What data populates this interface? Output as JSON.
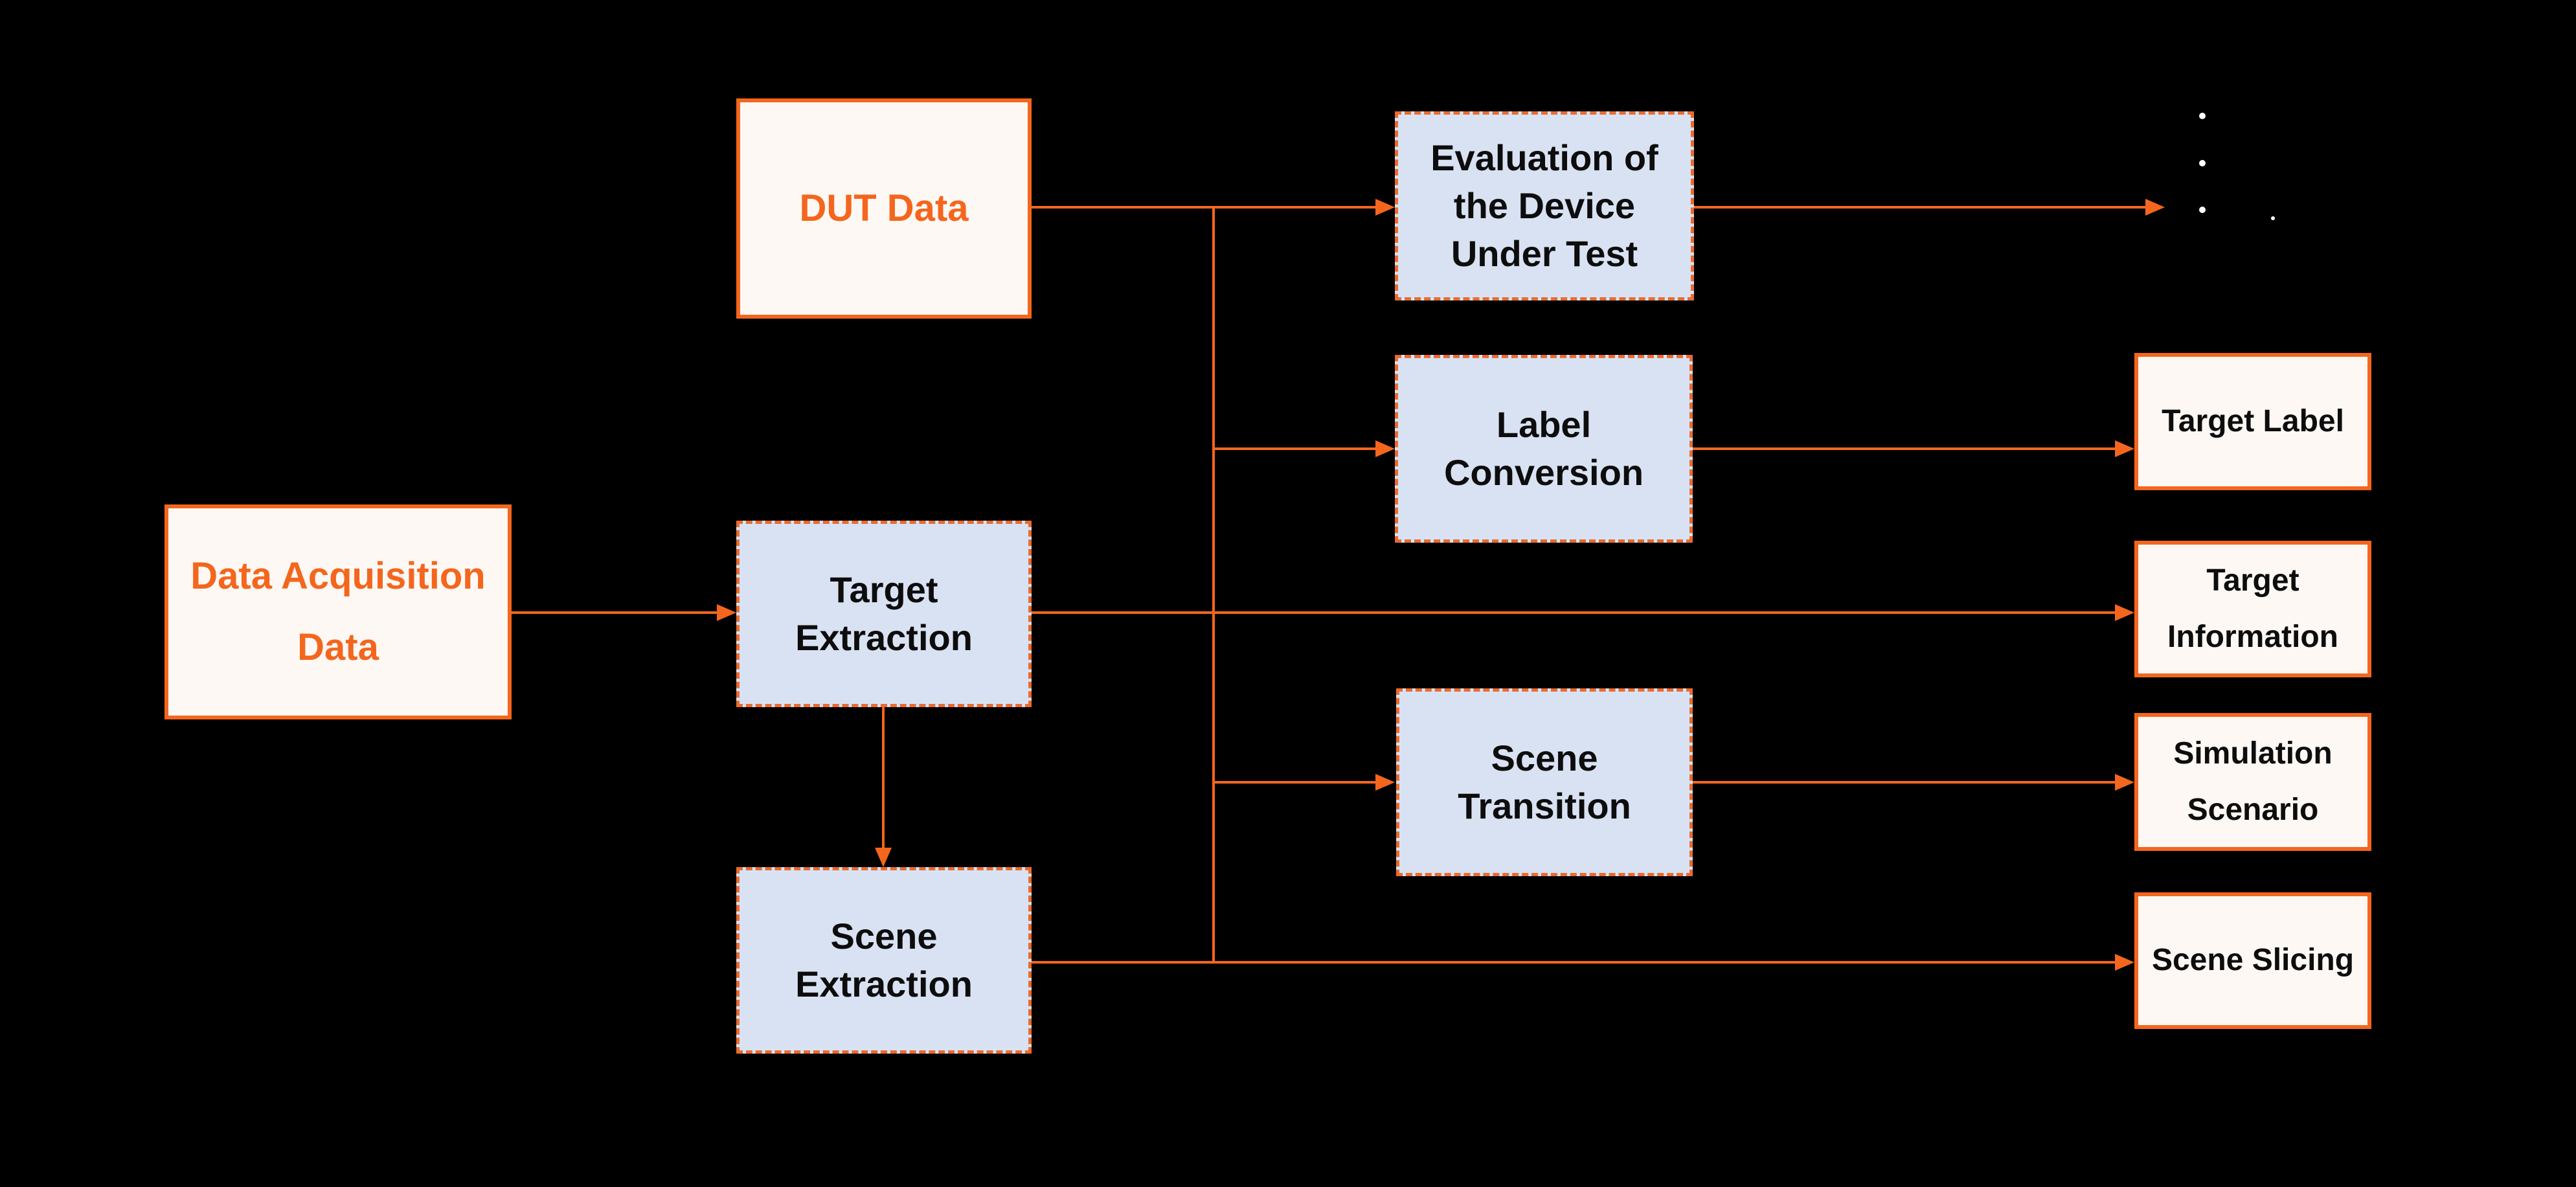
{
  "diagram": {
    "colors": {
      "bg": "#000000",
      "accent": "#F4661E",
      "dashAccent": "#E96B2F",
      "sourceFill": "#FDF8F3",
      "processFill": "#D9E2F2",
      "textDark": "#0D0D0D",
      "dotWhite": "#FFFFFF"
    },
    "nodes": [
      {
        "id": "dut-data",
        "type": "source",
        "label": "DUT Data",
        "lines": [
          "DUT Data"
        ]
      },
      {
        "id": "data-acquisition",
        "type": "source",
        "label": "Data Acquisition Data",
        "lines": [
          "Data Acquisition",
          "Data"
        ]
      },
      {
        "id": "target-extraction",
        "type": "process",
        "label": "Target Extraction",
        "lines": [
          "Target",
          "Extraction"
        ]
      },
      {
        "id": "scene-extraction",
        "type": "process",
        "label": "Scene Extraction",
        "lines": [
          "Scene",
          "Extraction"
        ]
      },
      {
        "id": "evaluation-dut",
        "type": "process",
        "label": "Evaluation of the Device Under Test",
        "lines": [
          "Evaluation of",
          "the Device",
          "Under Test"
        ]
      },
      {
        "id": "label-conversion",
        "type": "process",
        "label": "Label Conversion",
        "lines": [
          "Label",
          "Conversion"
        ]
      },
      {
        "id": "scene-transition",
        "type": "process",
        "label": "Scene Transition",
        "lines": [
          "Scene",
          "Transition"
        ]
      },
      {
        "id": "target-label",
        "type": "output",
        "label": "Target Label",
        "lines": [
          "Target Label"
        ]
      },
      {
        "id": "target-information",
        "type": "output",
        "label": "Target Information",
        "lines": [
          "Target",
          "Information"
        ]
      },
      {
        "id": "simulation-scenario",
        "type": "output",
        "label": "Simulation Scenario",
        "lines": [
          "Simulation",
          "Scenario"
        ]
      },
      {
        "id": "scene-slicing",
        "type": "output",
        "label": "Scene Slicing",
        "lines": [
          "Scene Slicing"
        ]
      }
    ],
    "edges": [
      {
        "from": "data-acquisition",
        "to": "target-extraction"
      },
      {
        "from": "target-extraction",
        "to": "scene-extraction"
      },
      {
        "from": "dut-data",
        "to": "evaluation-dut"
      },
      {
        "from": "shared-trunk",
        "to": "label-conversion"
      },
      {
        "from": "target-extraction",
        "to": "target-information"
      },
      {
        "from": "shared-trunk",
        "to": "scene-transition"
      },
      {
        "from": "scene-extraction",
        "to": "scene-slicing"
      },
      {
        "from": "evaluation-dut",
        "to": "more-outputs-ellipsis"
      },
      {
        "from": "label-conversion",
        "to": "target-label"
      },
      {
        "from": "scene-transition",
        "to": "simulation-scenario"
      }
    ],
    "ellipsis": {
      "dot_count": 3,
      "meaning": "more outputs"
    }
  }
}
